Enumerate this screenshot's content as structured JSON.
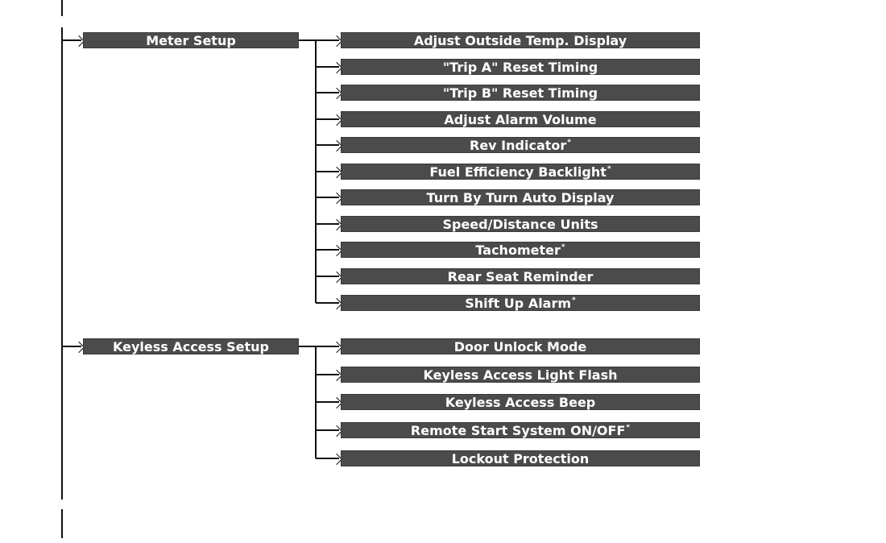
{
  "groups": [
    {
      "label": "Meter Setup",
      "children": [
        {
          "label": "Adjust Outside Temp. Display",
          "note": ""
        },
        {
          "label": "\"Trip A\" Reset Timing",
          "note": ""
        },
        {
          "label": "\"Trip B\" Reset Timing",
          "note": ""
        },
        {
          "label": "Adjust Alarm Volume",
          "note": ""
        },
        {
          "label": "Rev Indicator",
          "note": "*"
        },
        {
          "label": "Fuel Efficiency Backlight",
          "note": "*"
        },
        {
          "label": "Turn By Turn Auto Display",
          "note": ""
        },
        {
          "label": "Speed/Distance Units",
          "note": ""
        },
        {
          "label": "Tachometer",
          "note": "*"
        },
        {
          "label": "Rear Seat Reminder",
          "note": ""
        },
        {
          "label": "Shift Up Alarm",
          "note": "*"
        }
      ]
    },
    {
      "label": "Keyless Access Setup",
      "children": [
        {
          "label": "Door Unlock Mode",
          "note": ""
        },
        {
          "label": "Keyless Access Light Flash",
          "note": ""
        },
        {
          "label": "Keyless Access Beep",
          "note": ""
        },
        {
          "label": "Remote Start System ON/OFF",
          "note": "*"
        },
        {
          "label": "Lockout Protection",
          "note": ""
        }
      ]
    }
  ]
}
